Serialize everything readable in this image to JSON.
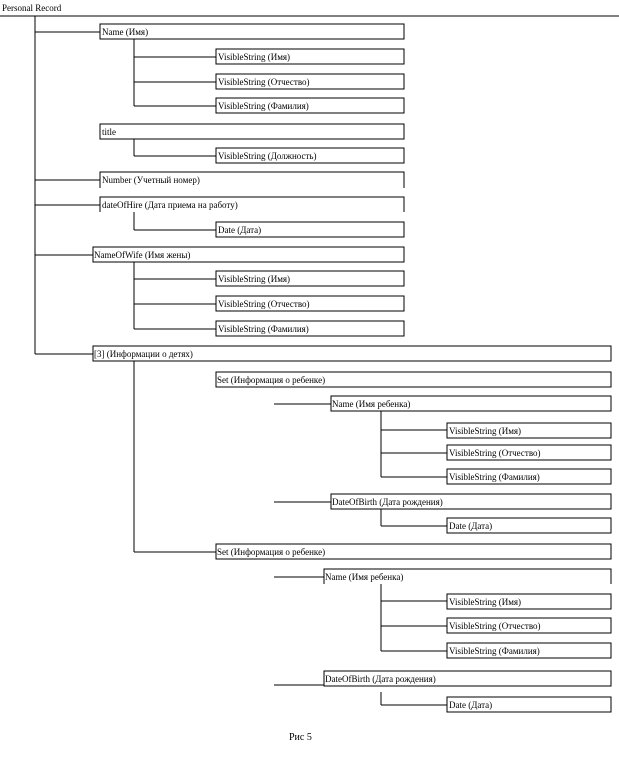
{
  "title": "Personal Record",
  "caption": "Рис 5",
  "nodes": {
    "name": "Name (Имя)",
    "name_given": "VisibleString (Имя)",
    "name_patronymic": "VisibleString (Отчество)",
    "name_surname": "VisibleString (Фамилия)",
    "title": "title",
    "title_value": "VisibleString (Должность)",
    "number": "Number (Учетный номер)",
    "date_of_hire": "dateOfHire (Дата приема на работу)",
    "date_of_hire_value": "Date (Дата)",
    "name_of_wife": "NameOfWife (Имя жены)",
    "wife_given": "VisibleString (Имя)",
    "wife_patronymic": "VisibleString (Отчество)",
    "wife_surname": "VisibleString (Фамилия)",
    "children": "[3] (Информации о детях)",
    "child1_set": "Set (Информация о ребенке)",
    "child1_name": "Name (Имя ребенка)",
    "child1_given": "VisibleString (Имя)",
    "child1_patronymic": "VisibleString (Отчество)",
    "child1_surname": "VisibleString (Фамилия)",
    "child1_dob": "DateOfBirth (Дата рождения)",
    "child1_dob_value": "Date (Дата)",
    "child2_set": "Set  (Информация о ребенке)",
    "child2_name": "Name (Имя ребенка)",
    "child2_given": "VisibleString (Имя)",
    "child2_patronymic": "VisibleString (Отчество)",
    "child2_surname": "VisibleString (Фамилия)",
    "child2_dob": "DateOfBirth (Дата рождения)",
    "child2_dob_value": "Date (Дата)"
  }
}
